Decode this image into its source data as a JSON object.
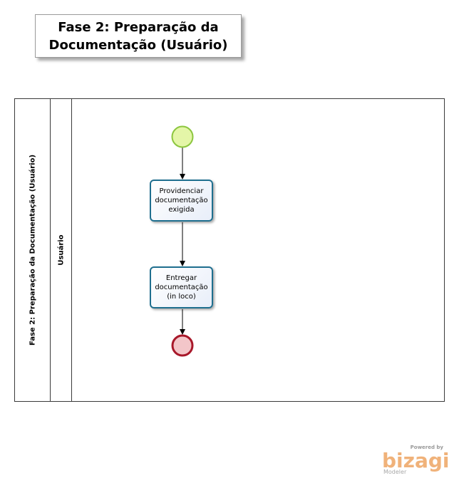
{
  "title": "Fase 2: Preparação da Documentação (Usuário)",
  "pool": {
    "label": "Fase 2: Preparação da Documentação (Usuário)",
    "lane_label": "Usuário"
  },
  "tasks": [
    {
      "label": "Providenciar documentação exigida"
    },
    {
      "label": "Entregar documentação (in loco)"
    }
  ],
  "events": {
    "start": {
      "fill": "#e4f6a8",
      "stroke": "#8cc63f"
    },
    "end": {
      "fill": "#f3c6c9",
      "stroke": "#a8182a"
    }
  },
  "watermark": {
    "powered_by": "Powered by",
    "brand": "bizagi",
    "product": "Modeler"
  }
}
